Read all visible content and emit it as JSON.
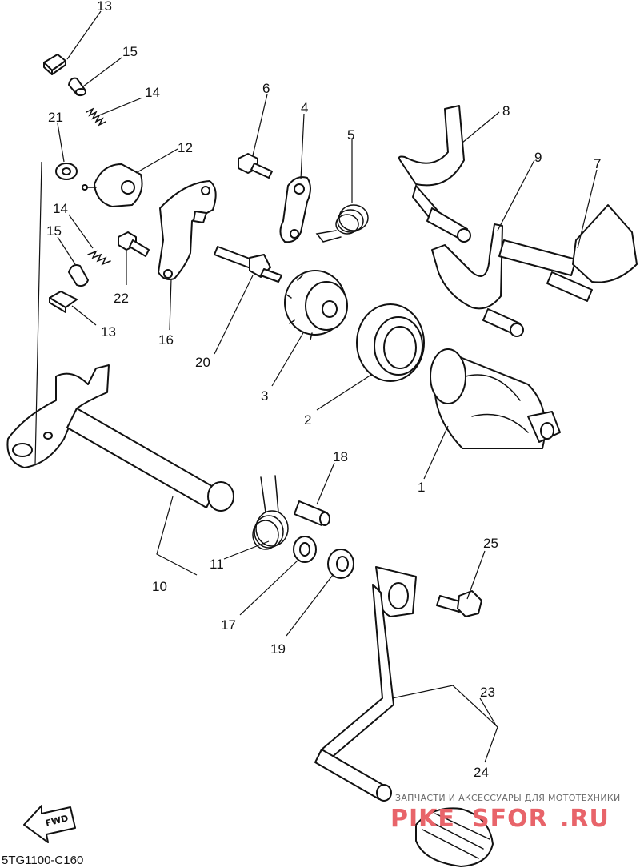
{
  "diagram_title": "",
  "drawing_code": "5TG1100-C160",
  "fwd_label": "FWD",
  "watermark": {
    "caption": "ЗАПЧАСТИ И АКСЕССУАРЫ ДЛЯ МОТОТЕХНИКИ",
    "brand_left": "PIKE",
    "brand_mid": "SFOR",
    "brand_right": ".RU",
    "brand_color": "#e8646a"
  },
  "callouts": {
    "c1": "1",
    "c2": "2",
    "c3": "3",
    "c4": "4",
    "c5": "5",
    "c6": "6",
    "c7": "7",
    "c8": "8",
    "c9": "9",
    "c10": "10",
    "c11": "11",
    "c12": "12",
    "c13a": "13",
    "c13b": "13",
    "c14a": "14",
    "c14b": "14",
    "c15a": "15",
    "c15b": "15",
    "c16": "16",
    "c17": "17",
    "c18": "18",
    "c19": "19",
    "c20": "20",
    "c21": "21",
    "c22": "22",
    "c23": "23",
    "c24": "24",
    "c25": "25"
  }
}
